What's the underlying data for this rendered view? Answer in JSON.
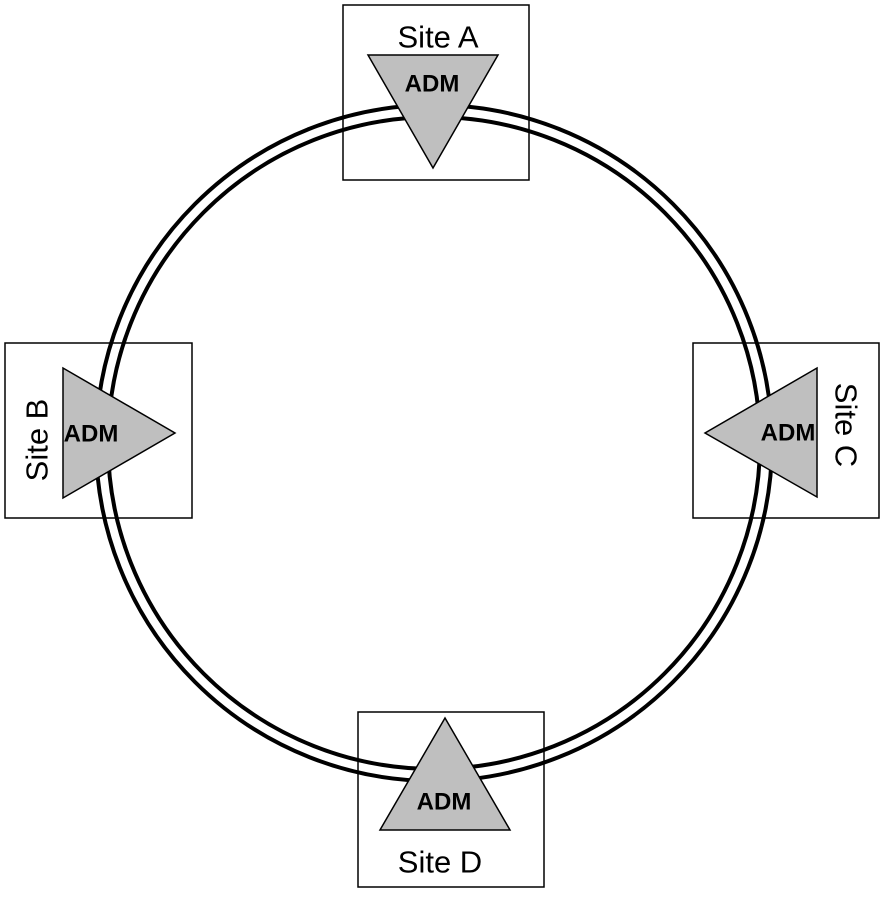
{
  "diagram": {
    "sites": [
      {
        "label": "Site A",
        "device": "ADM"
      },
      {
        "label": "Site B",
        "device": "ADM"
      },
      {
        "label": "Site C",
        "device": "ADM"
      },
      {
        "label": "Site D",
        "device": "ADM"
      }
    ],
    "colors": {
      "stroke": "#000000",
      "triangle_fill": "#bfbfbf",
      "background": "#ffffff"
    }
  }
}
